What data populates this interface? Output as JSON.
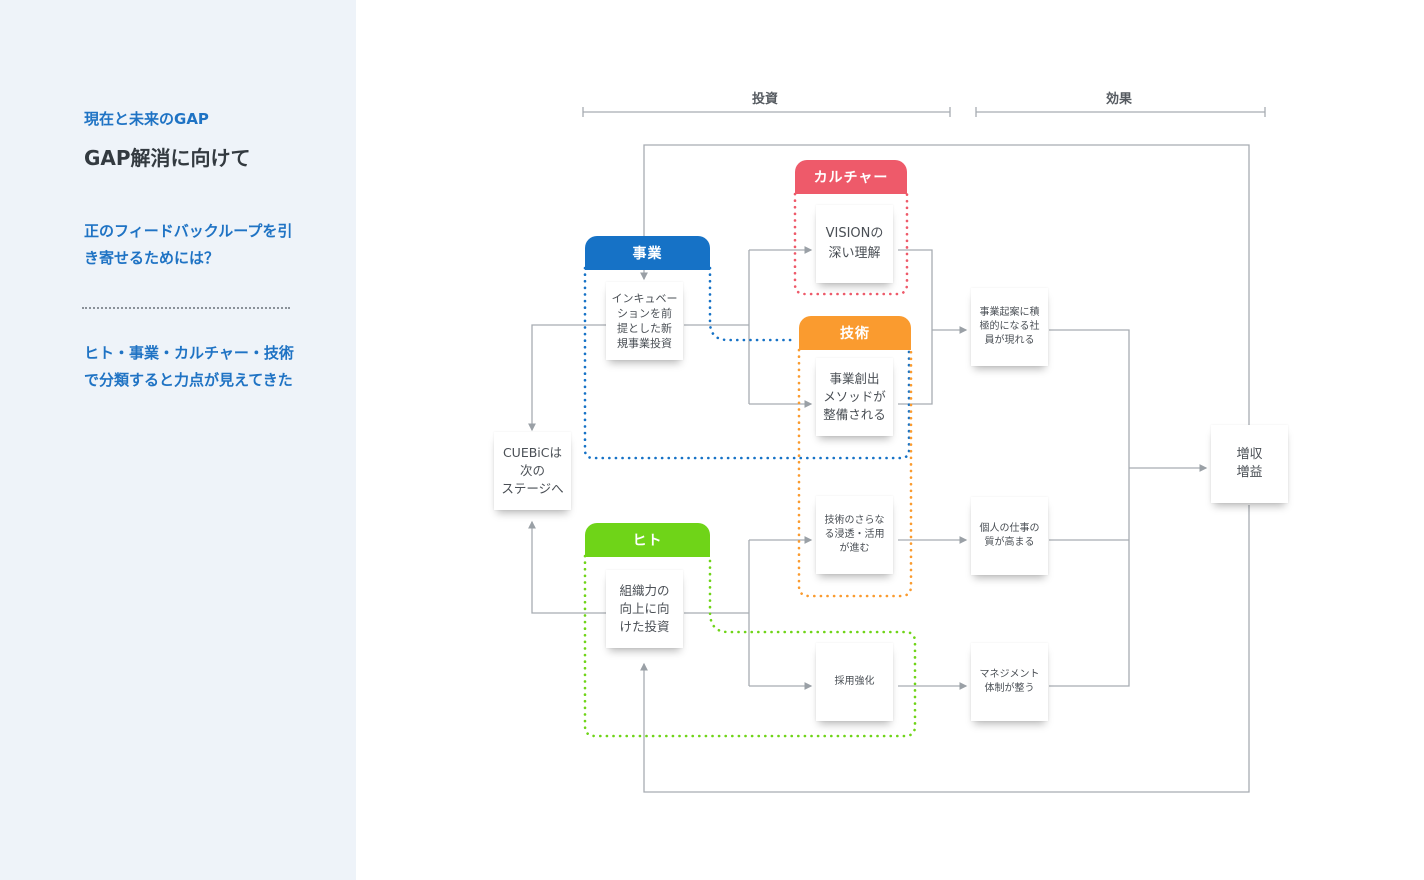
{
  "sidebar": {
    "kicker": "現在と未来のGAP",
    "title": "GAP解消に向けて",
    "question": "正のフィードバックループを引き寄せるためには？",
    "answer": "ヒト・事業・カルチャー・技術で分類すると力点が見えてきた"
  },
  "diagram": {
    "sections": {
      "investment": "投資",
      "effect": "効果"
    },
    "categories": {
      "business": {
        "label": "事業",
        "color": "#1672c6"
      },
      "culture": {
        "label": "カルチャー",
        "color": "#ee5a6a"
      },
      "tech": {
        "label": "技術",
        "color": "#fa9b2f"
      },
      "people": {
        "label": "ヒト",
        "color": "#6fd418"
      }
    },
    "notes": {
      "stage": "CUEBiCは\n次の\nステージへ",
      "incubation": "インキュベー\nションを前\n提とした新\n規事業投資",
      "org": "組織力の\n向上に向\nけた投資",
      "vision": "VISIONの\n深い理解",
      "method": "事業創出\nメソッドが\n整備される",
      "techspread": "技術のさらな\nる浸透・活用\nが進む",
      "hiring": "採用強化",
      "entre": "事業起案に積\n極的になる社\n員が現れる",
      "quality": "個人の仕事の\n質が高まる",
      "mgmt": "マネジメント\n体制が整う",
      "revenue": "増収\n増益"
    }
  }
}
